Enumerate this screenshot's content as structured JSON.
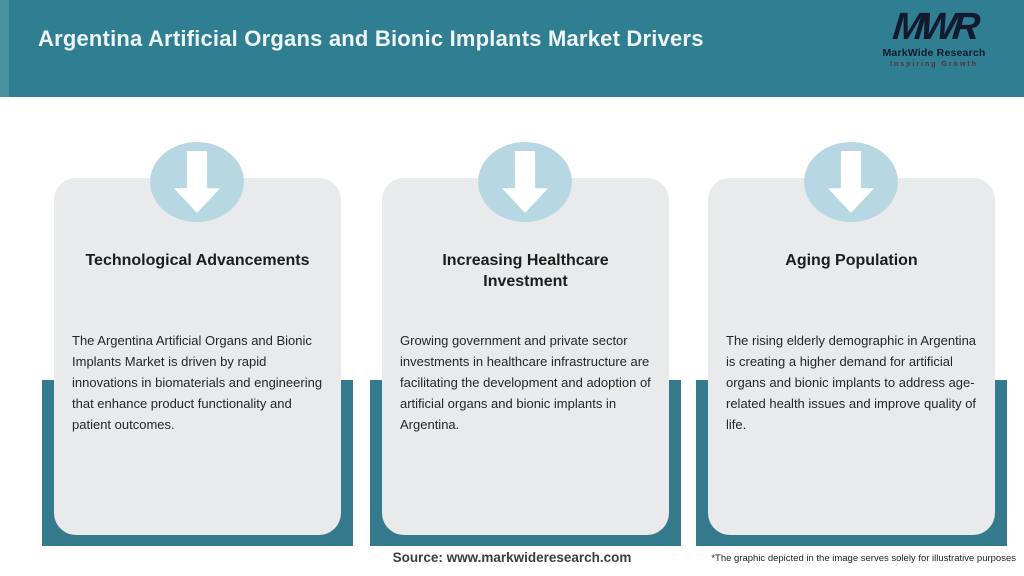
{
  "header": {
    "title": "Argentina Artificial Organs and Bionic Implants Market Drivers",
    "logo": {
      "acronym": "MWR",
      "name": "MarkWide Research",
      "tagline": "Inspiring Growth"
    }
  },
  "cards": [
    {
      "icon": "arrow-down-icon",
      "title": "Technological Advancements",
      "body": "The Argentina Artificial Organs and Bionic Implants Market is driven by rapid innovations in biomaterials and engineering that enhance product functionality and patient outcomes."
    },
    {
      "icon": "arrow-down-icon",
      "title": "Increasing Healthcare Investment",
      "body": "Growing government and private sector investments in healthcare infrastructure are facilitating the development and adoption of artificial organs and bionic implants in Argentina."
    },
    {
      "icon": "arrow-down-icon",
      "title": "Aging Population",
      "body": "The rising elderly demographic in Argentina is creating a higher demand for artificial organs and bionic implants to address age-related health issues and improve quality of life."
    }
  ],
  "footer": {
    "source": "Source: www.markwideresearch.com",
    "disclaimer": "*The graphic depicted in the image serves solely for illustrative purposes"
  },
  "colors": {
    "header_teal": "#2F7E92",
    "accent_strip": "#4C92A3",
    "backdrop_teal": "#35798D",
    "circle_blue": "#B7D8E3",
    "card_gray": "#E8EAEB",
    "logo_navy": "#121A30",
    "tagline_maroon": "#5C2E38"
  }
}
